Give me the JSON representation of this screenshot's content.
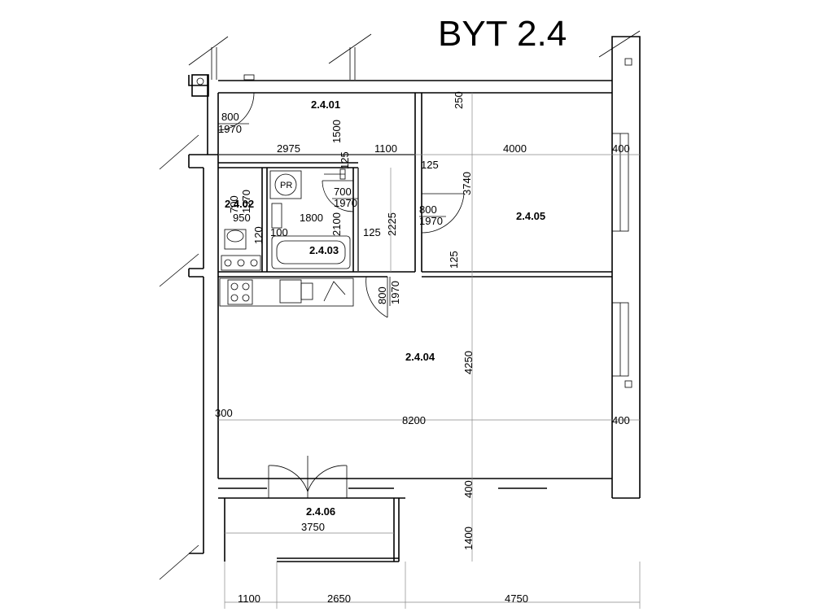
{
  "title": "BYT 2.4",
  "rooms": {
    "r01": "2.4.01",
    "r02": "2.4.02",
    "r03": "2.4.03",
    "r04": "2.4.04",
    "r05": "2.4.05",
    "r06": "2.4.06"
  },
  "doors": {
    "entry_w": "800",
    "entry_h": "1970",
    "wc_w": "700",
    "wc_h": "1970",
    "bath_w": "700",
    "bath_h": "1970",
    "bed_w": "800",
    "bed_h": "1970",
    "living_w": "800",
    "living_h": "1970"
  },
  "fixture_pr": "PR",
  "dims": {
    "d2975": "2975",
    "d1100a": "1100",
    "d4000": "4000",
    "d400a": "400",
    "d250": "250",
    "d1500": "1500",
    "d125a": "125",
    "d125b": "125",
    "d125c": "125",
    "d125d": "125",
    "d3740": "3740",
    "d2225": "2225",
    "d2100": "2100",
    "d950": "950",
    "d1800": "1800",
    "d100": "100",
    "d120": "120",
    "d4250": "4250",
    "d300": "300",
    "d8200": "8200",
    "d400b": "400",
    "d400c": "400",
    "d3750": "3750",
    "d1400": "1400",
    "d1100b": "1100",
    "d2650": "2650",
    "d4750": "4750"
  }
}
